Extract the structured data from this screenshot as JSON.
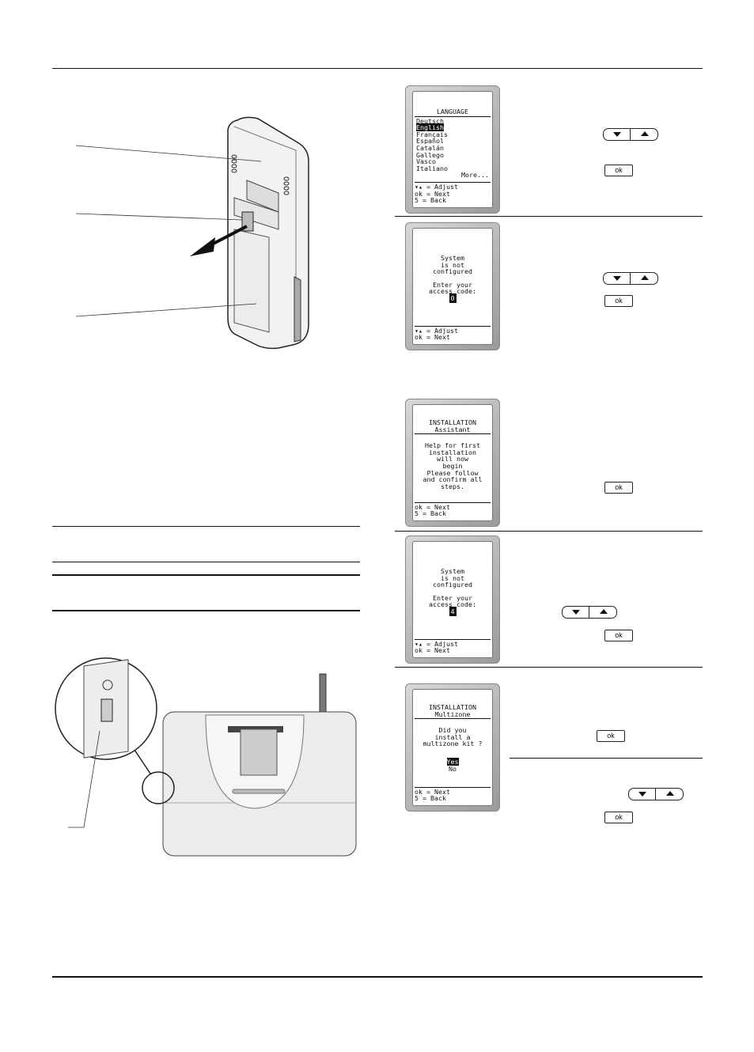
{
  "screen_language": {
    "title": "LANGUAGE",
    "options": [
      "Deutsch",
      "English",
      "Français",
      "Español",
      "Catalán",
      "Gallego",
      "Vasco",
      "Italiano"
    ],
    "selected": "English",
    "more": "More...",
    "foot": [
      "▾▴ = Adjust",
      "ok = Next",
      "5 = Back"
    ]
  },
  "screen_code1": {
    "lines": [
      "System",
      "is not",
      "configured",
      "",
      "Enter your",
      "access code:"
    ],
    "code": "0",
    "foot": [
      "▾▴ = Adjust",
      "ok = Next"
    ]
  },
  "screen_install": {
    "title1": "INSTALLATION",
    "title2": "Assistant",
    "lines": [
      "Help for first",
      "installation",
      "will now",
      "begin",
      "Please follow",
      "and confirm all",
      "steps."
    ],
    "foot": [
      "ok = Next",
      "5 = Back"
    ]
  },
  "screen_code2": {
    "lines": [
      "System",
      "is not",
      "configured",
      "",
      "Enter your",
      "access code:"
    ],
    "code": "4",
    "foot": [
      "▾▴ = Adjust",
      "ok = Next"
    ]
  },
  "screen_multizone": {
    "title1": "INSTALLATION",
    "title2": "Multizone",
    "lines": [
      "Did you",
      "install a",
      "multizone kit ?"
    ],
    "yes": "Yes",
    "no": "No",
    "foot": [
      "ok = Next",
      "5 = Back"
    ]
  },
  "buttons": {
    "ok": "ok"
  }
}
